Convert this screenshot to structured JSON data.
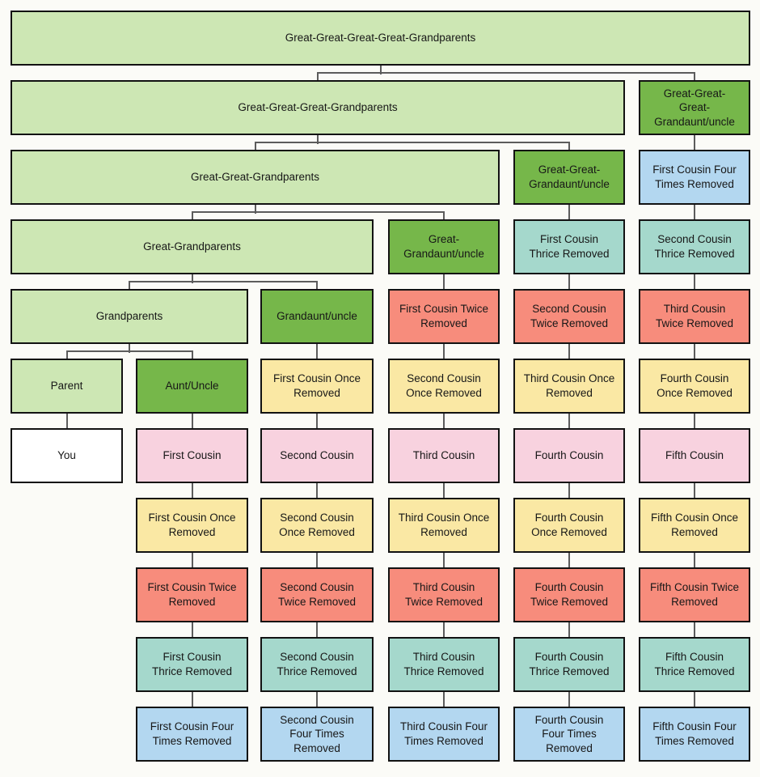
{
  "palette": {
    "lightgreen": "#cde7b4",
    "darkgreen": "#76b74a",
    "yellow": "#fae8a4",
    "salmon": "#f78c7c",
    "teal": "#a5d8cc",
    "pink": "#f8d2df",
    "blue": "#b3d7f0",
    "white": "#ffffff",
    "border": "#121212",
    "wire": "#5c5c5c"
  },
  "nodes": [
    {
      "id": "gggg_gp",
      "label": "Great-Great-Great-Great-Grandparents",
      "row": 1,
      "col": 1,
      "span": 6,
      "color": "lightgreen"
    },
    {
      "id": "ggg_gp",
      "label": "Great-Great-Great-Grandparents",
      "row": 2,
      "col": 1,
      "span": 5,
      "color": "lightgreen"
    },
    {
      "id": "ggg_au",
      "label": "Great-Great-\nGreat-\nGrandaunt/uncle",
      "row": 2,
      "col": 6,
      "span": 1,
      "color": "darkgreen"
    },
    {
      "id": "gg_gp",
      "label": "Great-Great-Grandparents",
      "row": 3,
      "col": 1,
      "span": 4,
      "color": "lightgreen"
    },
    {
      "id": "gg_au",
      "label": "Great-Great-\nGrandaunt/uncle",
      "row": 3,
      "col": 5,
      "span": 1,
      "color": "darkgreen"
    },
    {
      "id": "c1f_up",
      "label": "First Cousin Four\nTimes Removed",
      "row": 3,
      "col": 6,
      "span": 1,
      "color": "blue"
    },
    {
      "id": "g_gp",
      "label": "Great-Grandparents",
      "row": 4,
      "col": 1,
      "span": 3,
      "color": "lightgreen"
    },
    {
      "id": "g_au",
      "label": "Great-\nGrandaunt/uncle",
      "row": 4,
      "col": 4,
      "span": 1,
      "color": "darkgreen"
    },
    {
      "id": "c1th_up",
      "label": "First Cousin\nThrice Removed",
      "row": 4,
      "col": 5,
      "span": 1,
      "color": "teal"
    },
    {
      "id": "c2th_up",
      "label": "Second Cousin\nThrice Removed",
      "row": 4,
      "col": 6,
      "span": 1,
      "color": "teal"
    },
    {
      "id": "gp",
      "label": "Grandparents",
      "row": 5,
      "col": 1,
      "span": 2,
      "color": "lightgreen"
    },
    {
      "id": "au_g",
      "label": "Grandaunt/uncle",
      "row": 5,
      "col": 3,
      "span": 1,
      "color": "darkgreen"
    },
    {
      "id": "c1t_up",
      "label": "First Cousin Twice\nRemoved",
      "row": 5,
      "col": 4,
      "span": 1,
      "color": "salmon"
    },
    {
      "id": "c2t_up",
      "label": "Second Cousin\nTwice Removed",
      "row": 5,
      "col": 5,
      "span": 1,
      "color": "salmon"
    },
    {
      "id": "c3t_up",
      "label": "Third Cousin\nTwice Removed",
      "row": 5,
      "col": 6,
      "span": 1,
      "color": "salmon"
    },
    {
      "id": "parent",
      "label": "Parent",
      "row": 6,
      "col": 1,
      "span": 1,
      "color": "lightgreen"
    },
    {
      "id": "au",
      "label": "Aunt/Uncle",
      "row": 6,
      "col": 2,
      "span": 1,
      "color": "darkgreen"
    },
    {
      "id": "c1o_up",
      "label": "First Cousin Once\nRemoved",
      "row": 6,
      "col": 3,
      "span": 1,
      "color": "yellow"
    },
    {
      "id": "c2o_up",
      "label": "Second Cousin\nOnce Removed",
      "row": 6,
      "col": 4,
      "span": 1,
      "color": "yellow"
    },
    {
      "id": "c3o_up",
      "label": "Third Cousin Once\nRemoved",
      "row": 6,
      "col": 5,
      "span": 1,
      "color": "yellow"
    },
    {
      "id": "c4o_up",
      "label": "Fourth Cousin\nOnce Removed",
      "row": 6,
      "col": 6,
      "span": 1,
      "color": "yellow"
    },
    {
      "id": "you",
      "label": "You",
      "row": 7,
      "col": 1,
      "span": 1,
      "color": "white"
    },
    {
      "id": "c1",
      "label": "First Cousin",
      "row": 7,
      "col": 2,
      "span": 1,
      "color": "pink"
    },
    {
      "id": "c2",
      "label": "Second Cousin",
      "row": 7,
      "col": 3,
      "span": 1,
      "color": "pink"
    },
    {
      "id": "c3",
      "label": "Third Cousin",
      "row": 7,
      "col": 4,
      "span": 1,
      "color": "pink"
    },
    {
      "id": "c4",
      "label": "Fourth Cousin",
      "row": 7,
      "col": 5,
      "span": 1,
      "color": "pink"
    },
    {
      "id": "c5",
      "label": "Fifth Cousin",
      "row": 7,
      "col": 6,
      "span": 1,
      "color": "pink"
    },
    {
      "id": "c1x1",
      "label": "First Cousin Once\nRemoved",
      "row": 8,
      "col": 2,
      "span": 1,
      "color": "yellow"
    },
    {
      "id": "c2x1",
      "label": "Second Cousin\nOnce Removed",
      "row": 8,
      "col": 3,
      "span": 1,
      "color": "yellow"
    },
    {
      "id": "c3x1",
      "label": "Third Cousin Once\nRemoved",
      "row": 8,
      "col": 4,
      "span": 1,
      "color": "yellow"
    },
    {
      "id": "c4x1",
      "label": "Fourth Cousin\nOnce Removed",
      "row": 8,
      "col": 5,
      "span": 1,
      "color": "yellow"
    },
    {
      "id": "c5x1",
      "label": "Fifth Cousin Once\nRemoved",
      "row": 8,
      "col": 6,
      "span": 1,
      "color": "yellow"
    },
    {
      "id": "c1x2",
      "label": "First Cousin Twice\nRemoved",
      "row": 9,
      "col": 2,
      "span": 1,
      "color": "salmon"
    },
    {
      "id": "c2x2",
      "label": "Second Cousin\nTwice Removed",
      "row": 9,
      "col": 3,
      "span": 1,
      "color": "salmon"
    },
    {
      "id": "c3x2",
      "label": "Third Cousin\nTwice Removed",
      "row": 9,
      "col": 4,
      "span": 1,
      "color": "salmon"
    },
    {
      "id": "c4x2",
      "label": "Fourth Cousin\nTwice Removed",
      "row": 9,
      "col": 5,
      "span": 1,
      "color": "salmon"
    },
    {
      "id": "c5x2",
      "label": "Fifth Cousin Twice\nRemoved",
      "row": 9,
      "col": 6,
      "span": 1,
      "color": "salmon"
    },
    {
      "id": "c1x3",
      "label": "First Cousin\nThrice Removed",
      "row": 10,
      "col": 2,
      "span": 1,
      "color": "teal"
    },
    {
      "id": "c2x3",
      "label": "Second Cousin\nThrice Removed",
      "row": 10,
      "col": 3,
      "span": 1,
      "color": "teal"
    },
    {
      "id": "c3x3",
      "label": "Third Cousin\nThrice Removed",
      "row": 10,
      "col": 4,
      "span": 1,
      "color": "teal"
    },
    {
      "id": "c4x3",
      "label": "Fourth Cousin\nThrice Removed",
      "row": 10,
      "col": 5,
      "span": 1,
      "color": "teal"
    },
    {
      "id": "c5x3",
      "label": "Fifth Cousin\nThrice Removed",
      "row": 10,
      "col": 6,
      "span": 1,
      "color": "teal"
    },
    {
      "id": "c1x4",
      "label": "First Cousin Four\nTimes Removed",
      "row": 11,
      "col": 2,
      "span": 1,
      "color": "blue"
    },
    {
      "id": "c2x4",
      "label": "Second Cousin\nFour Times\nRemoved",
      "row": 11,
      "col": 3,
      "span": 1,
      "color": "blue"
    },
    {
      "id": "c3x4",
      "label": "Third Cousin Four\nTimes Removed",
      "row": 11,
      "col": 4,
      "span": 1,
      "color": "blue"
    },
    {
      "id": "c4x4",
      "label": "Fourth Cousin\nFour Times\nRemoved",
      "row": 11,
      "col": 5,
      "span": 1,
      "color": "blue"
    },
    {
      "id": "c5x4",
      "label": "Fifth Cousin Four\nTimes Removed",
      "row": 11,
      "col": 6,
      "span": 1,
      "color": "blue"
    }
  ],
  "edges": {
    "tree": [
      {
        "parent": "gggg_gp",
        "children": [
          "ggg_gp",
          "ggg_au"
        ]
      },
      {
        "parent": "ggg_gp",
        "children": [
          "gg_gp",
          "gg_au"
        ]
      },
      {
        "parent": "gg_gp",
        "children": [
          "g_gp",
          "g_au"
        ]
      },
      {
        "parent": "g_gp",
        "children": [
          "gp",
          "au_g"
        ]
      },
      {
        "parent": "gp",
        "children": [
          "parent",
          "au"
        ]
      }
    ],
    "chains": [
      [
        "parent",
        "you"
      ],
      [
        "au",
        "c1",
        "c1x1",
        "c1x2",
        "c1x3",
        "c1x4"
      ],
      [
        "au_g",
        "c1o_up",
        "c2",
        "c2x1",
        "c2x2",
        "c2x3",
        "c2x4"
      ],
      [
        "g_au",
        "c1t_up",
        "c2o_up",
        "c3",
        "c3x1",
        "c3x2",
        "c3x3",
        "c3x4"
      ],
      [
        "gg_au",
        "c1th_up",
        "c2t_up",
        "c3o_up",
        "c4",
        "c4x1",
        "c4x2",
        "c4x3",
        "c4x4"
      ],
      [
        "ggg_au",
        "c1f_up",
        "c2th_up",
        "c3t_up",
        "c4o_up",
        "c5",
        "c5x1",
        "c5x2",
        "c5x3",
        "c5x4"
      ]
    ]
  }
}
